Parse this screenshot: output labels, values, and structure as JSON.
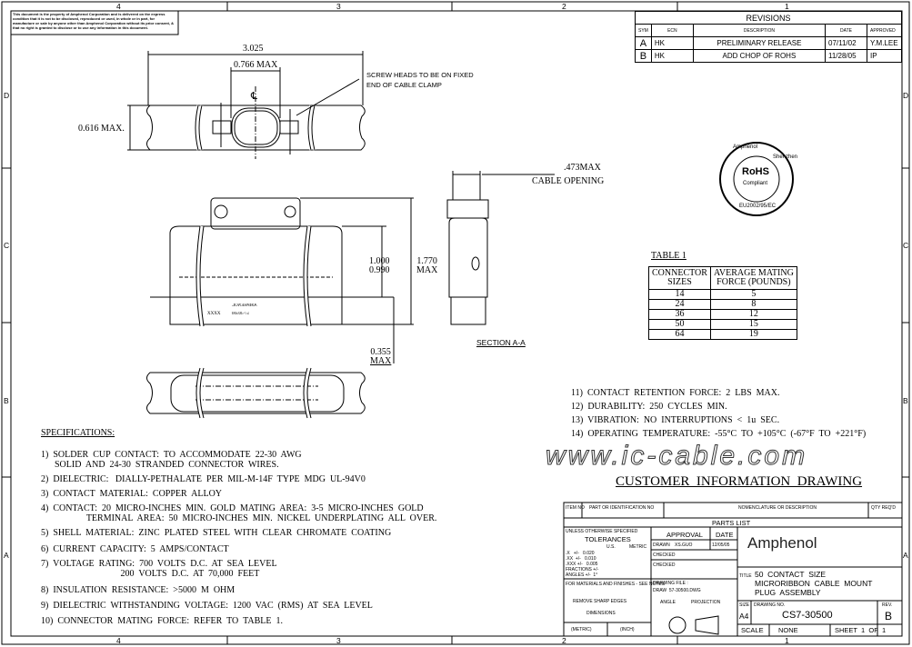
{
  "disclaimer": "This document is the property of Amphenol Corporation and is delivered on the express condition that it is not to be disclosed, reproduced or used, in whole or in part, for manufacture or sale by anyone other than Amphenol Corporation without its prior consent, & that no right is granted to disclose or to use any information in this document.",
  "zones": {
    "columns": [
      "4",
      "3",
      "2",
      "1"
    ],
    "rows": [
      "D",
      "C",
      "B",
      "A"
    ]
  },
  "revisions": {
    "title": "REVISIONS",
    "headers": [
      "SYM",
      "ECN",
      "DESCRIPTION",
      "DATE",
      "APPROVED"
    ],
    "rows": [
      [
        "A",
        "HK",
        "PRELIMINARY RELEASE",
        "07/11/02",
        "Y.M.LEE"
      ],
      [
        "B",
        "HK",
        "ADD CHOP OF ROHS",
        "11/28/05",
        "IP"
      ]
    ]
  },
  "dims": {
    "overall": "3.025",
    "width_max": "0.766  MAX",
    "height_max": "0.616  MAX.",
    "screw_note": [
      "SCREW HEADS TO BE ON FIXED",
      "END OF CABLE CLAMP"
    ],
    "centerline": "℄",
    "h1": "1.000",
    "h2": "0.990",
    "h3": "1.770",
    "h3b": "MAX",
    "h4": "0.355",
    "h4b": "MAX",
    "cable_max": ".473MAX",
    "cable_opening": "CABLE  OPENING",
    "section": "SECTION A-A",
    "marking1": "AMPHENOL",
    "marking2": "57-30500",
    "marking3": "XXXX"
  },
  "stamp": {
    "top": "Amphenol",
    "right": "Shenzhen",
    "center": "RoHS",
    "center2": "Compliant",
    "bottom": "EU2002/95/EC"
  },
  "table1": {
    "title": "TABLE  1",
    "headers": [
      [
        "CONNECTOR",
        "SIZES"
      ],
      [
        "AVERAGE  MATING",
        "FORCE  (POUNDS)"
      ]
    ],
    "rows": [
      [
        "14",
        "5"
      ],
      [
        "24",
        "8"
      ],
      [
        "36",
        "12"
      ],
      [
        "50",
        "15"
      ],
      [
        "64",
        "19"
      ]
    ]
  },
  "specs_title": "SPECIFICATIONS:",
  "specs": [
    [
      "1)  SOLDER  CUP  CONTACT:  TO  ACCOMMODATE  22-30  AWG",
      "      SOLID  AND  24-30  STRANDED  CONNECTOR  WIRES."
    ],
    [
      "2)  DIELECTRIC:   DIALLY-PETHALATE  PER  MIL-M-14F  TYPE  MDG  UL-94V0"
    ],
    [
      "3)  CONTACT  MATERIAL:  COPPER  ALLOY"
    ],
    [
      "4)  CONTACT:  20  MICRO-INCHES  MIN.  GOLD  MATING  AREA:  3-5  MICRO-INCHES  GOLD",
      "                    TERMINAL  AREA:  50  MICRO-INCHES  MIN.  NICKEL  UNDERPLATING  ALL  OVER."
    ],
    [
      "5)  SHELL  MATERIAL:  ZINC  PLATED  STEEL  WITH  CLEAR  CHROMATE  COATING"
    ],
    [
      "6)  CURRENT  CAPACITY:  5  AMPS/CONTACT"
    ],
    [
      "7)  VOLTAGE  RATING:  700  VOLTS  D.C.  AT  SEA  LEVEL",
      "                                   200  VOLTS  D.C.  AT  70,000  FEET"
    ],
    [
      "8)  INSULATION  RESISTANCE:  >5000  M  OHM"
    ],
    [
      "9)  DIELECTRIC  WITHSTANDING  VOLTAGE:  1200  VAC  (RMS)  AT  SEA  LEVEL"
    ],
    [
      "10)  CONNECTOR  MATING  FORCE:  REFER  TO  TABLE  1."
    ]
  ],
  "notes": [
    "11)  CONTACT  RETENTION  FORCE:  2  LBS  MAX.",
    "12)  DURABILITY:  250  CYCLES  MIN.",
    "13)  VIBRATION:  NO  INTERRUPTIONS  <  1u  SEC.",
    "14)  OPERATING  TEMPERATURE:  -55°C  TO  +105°C  (-67°F  TO  +221°F)"
  ],
  "customer_title": "CUSTOMER  INFORMATION  DRAWING",
  "titleblock": {
    "item_no": "ITEM NO",
    "part_no": "PART  OR IDENTIFICATION  NO",
    "nomenclature": "NOMENCLATURE OR DESCRIPTION",
    "qty": "QTY REQ'D",
    "parts_list": "PARTS LIST",
    "unless": "UNLESS OTHERWISE SPECIFIED",
    "tolerances": "TOLERANCES",
    "us": "U.S.",
    "metric": "METRIC",
    "tol_lines": [
      ".X   +/-   0.020",
      ".XX  +/-   0.010",
      ".XXX +/-   0.005",
      "FRACTIONS +/-",
      "ANGLES +/-  1°"
    ],
    "materials": "FOR MATERIALS AND FINISHES - SEE NOTES",
    "remove": "REMOVE SHARP EDGES",
    "dims": "DIMENSIONS",
    "metric_lbl": "(METRIC)",
    "inch_lbl": "(INCH)",
    "approval": "APPROVAL",
    "date": "DATE",
    "drawn": "DRAWN",
    "drawn_by": "XS.GUO",
    "drawn_date": "12/05/05",
    "checked1": "CHECKED",
    "checked2": "CHECKED",
    "drawing_file": "DRAWING FILE :",
    "drawing_file_val": "DRAW  57-30500.DWG",
    "angle": "ANGLE",
    "projection": "PROJECTION",
    "company": "Amphenol",
    "title_lbl": "TITLE",
    "title_lines": [
      "50  CONTACT  SIZE",
      "MICRORIBBON  CABLE  MOUNT",
      "PLUG  ASSEMBLY"
    ],
    "size_lbl": "SIZE",
    "size": "A4",
    "drawing_no_lbl": "DRAWING NO.",
    "drawing_no": "CS7-30500",
    "rev_lbl": "REV.",
    "rev": "B",
    "scale_lbl": "SCALE",
    "scale": "NONE",
    "sheet": "SHEET  1  OF  1"
  },
  "watermark": "www.ic-cable.com"
}
